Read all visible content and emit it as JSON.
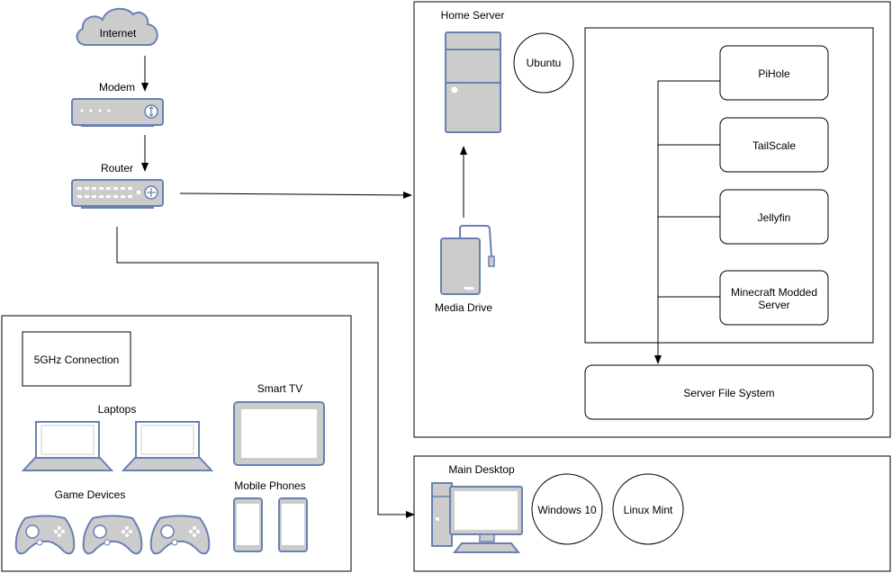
{
  "nodes": {
    "internet": "Internet",
    "modem": "Modem",
    "router": "Router",
    "home_server": {
      "title": "Home Server",
      "os": "Ubuntu",
      "services": [
        "PiHole",
        "TailScale",
        "Jellyfin",
        "Minecraft Modded",
        "Server"
      ],
      "file_system": "Server File System",
      "media_drive": "Media Drive"
    },
    "devices": {
      "connection": "5GHz Connection",
      "laptops": "Laptops",
      "smart_tv": "Smart TV",
      "game_devices": "Game Devices",
      "mobile_phones": "Mobile Phones"
    },
    "main_desktop": {
      "title": "Main Desktop",
      "os_1": "Windows 10",
      "os_2": "Linux Mint"
    }
  },
  "colors": {
    "device_fill": "#cccccc",
    "device_stroke": "#6881b3",
    "line": "#000000"
  }
}
